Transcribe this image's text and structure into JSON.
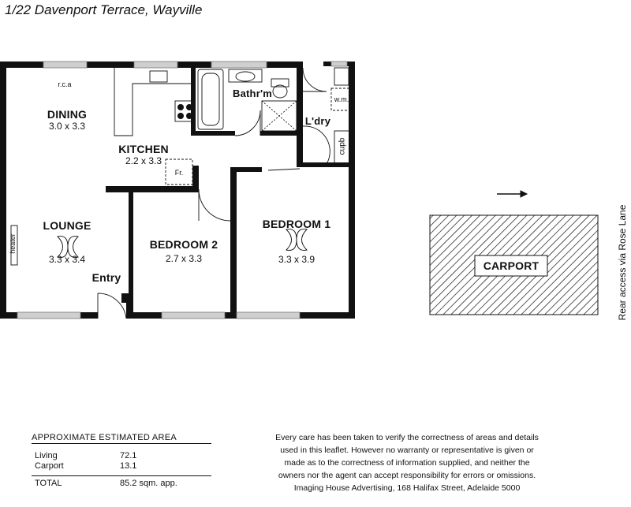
{
  "title": "1/22 Davenport Terrace, Wayville",
  "rooms": {
    "dining": {
      "name": "DINING",
      "dims": "3.0 x 3.3"
    },
    "kitchen": {
      "name": "KITCHEN",
      "dims": "2.2 x 3.3"
    },
    "lounge": {
      "name": "LOUNGE",
      "dims": "3.3 x 3.4"
    },
    "bedroom2": {
      "name": "BEDROOM 2",
      "dims": "2.7 x 3.3"
    },
    "bedroom1": {
      "name": "BEDROOM 1",
      "dims": "3.3 x 3.9"
    },
    "bathroom": {
      "name": "Bathr'm"
    },
    "laundry": {
      "name": "L'dry"
    },
    "entry": {
      "name": "Entry"
    },
    "carport": {
      "name": "CARPORT"
    }
  },
  "fixtures": {
    "rca": "r.c.a",
    "fridge": "Fr.",
    "washing_machine": "w.m.",
    "cupboard": "cupb",
    "heater": "heater"
  },
  "rear_access": "Rear access via Rose Lane",
  "area_table": {
    "header": "APPROXIMATE ESTIMATED AREA",
    "rows": [
      {
        "label": "Living",
        "value": "72.1"
      },
      {
        "label": "Carport",
        "value": "13.1"
      }
    ],
    "total_label": "TOTAL",
    "total_value": "85.2 sqm. app."
  },
  "disclaimer": [
    "Every care has been taken to verify the correctness of areas and details",
    "used in this leaflet.  However no warranty or representative is given or",
    "made as to the correctness of information supplied, and neither the",
    "owners nor the agent can accept responsibility for errors or omissions.",
    "Imaging House Advertising, 168 Halifax Street, Adelaide 5000"
  ]
}
